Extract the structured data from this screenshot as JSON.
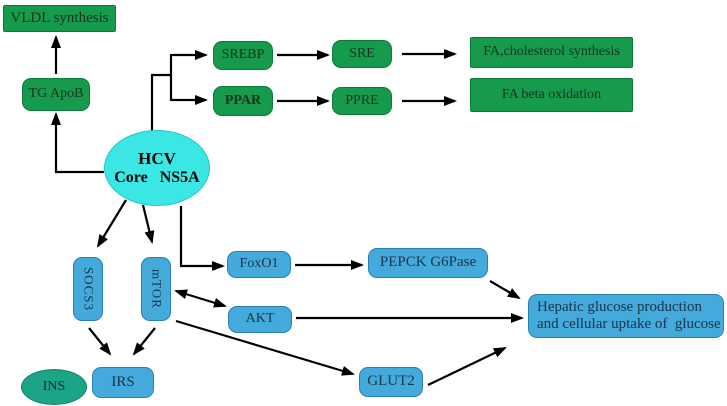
{
  "diagram": {
    "nodes": {
      "vldl": {
        "label": "VLDL synthesis"
      },
      "tg_apob": {
        "label": "TG ApoB"
      },
      "srebp": {
        "label": "SREBP"
      },
      "sre": {
        "label": "SRE"
      },
      "ppar": {
        "label": "PPAR"
      },
      "ppre": {
        "label": "PPRE"
      },
      "fa_chol": {
        "label": "FA,cholesterol synthesis"
      },
      "fa_beta": {
        "label": "FA beta oxidation"
      },
      "hcv": {
        "line1": "HCV",
        "line2": "Core   NS5A"
      },
      "socs3": {
        "label": "SOCS3"
      },
      "mtor": {
        "label": "mTOR"
      },
      "foxo1": {
        "label": "FoxO1"
      },
      "pepck": {
        "label": "PEPCK G6Pase"
      },
      "akt": {
        "label": "AKT"
      },
      "glut2": {
        "label": "GLUT2"
      },
      "hepatic": {
        "line1": "Hepatic glucose production",
        "line2": "and cellular uptake of  glucose"
      },
      "ins": {
        "label": "INS"
      },
      "irs": {
        "label": "IRS"
      }
    },
    "edges": [
      {
        "from": "TG ApoB",
        "to": "VLDL synthesis",
        "type": "arrow"
      },
      {
        "from": "HCV Core NS5A",
        "to": "TG ApoB",
        "type": "arrow"
      },
      {
        "from": "HCV Core NS5A",
        "to": "SREBP",
        "type": "arrow"
      },
      {
        "from": "HCV Core NS5A",
        "to": "PPAR",
        "type": "arrow"
      },
      {
        "from": "SREBP",
        "to": "SRE",
        "type": "arrow"
      },
      {
        "from": "SRE",
        "to": "FA,cholesterol synthesis",
        "type": "arrow"
      },
      {
        "from": "PPAR",
        "to": "PPRE",
        "type": "arrow"
      },
      {
        "from": "PPRE",
        "to": "FA beta oxidation",
        "type": "arrow"
      },
      {
        "from": "HCV Core NS5A",
        "to": "SOCS3",
        "type": "arrow"
      },
      {
        "from": "HCV Core NS5A",
        "to": "mTOR",
        "type": "arrow"
      },
      {
        "from": "HCV Core NS5A",
        "to": "FoxO1",
        "type": "arrow"
      },
      {
        "from": "FoxO1",
        "to": "PEPCK G6Pase",
        "type": "arrow"
      },
      {
        "from": "PEPCK G6Pase",
        "to": "Hepatic glucose production and cellular uptake of glucose",
        "type": "arrow"
      },
      {
        "from": "mTOR",
        "to": "AKT",
        "type": "double-arrow"
      },
      {
        "from": "AKT",
        "to": "Hepatic glucose production and cellular uptake of glucose",
        "type": "arrow"
      },
      {
        "from": "mTOR",
        "to": "GLUT2",
        "type": "arrow"
      },
      {
        "from": "GLUT2",
        "to": "Hepatic glucose production and cellular uptake of glucose",
        "type": "arrow"
      },
      {
        "from": "SOCS3",
        "to": "IRS",
        "type": "arrow"
      },
      {
        "from": "mTOR",
        "to": "IRS",
        "type": "arrow"
      }
    ],
    "colors": {
      "green_fill": "#169A4C",
      "green_border": "#0B7A3A",
      "blue_fill": "#44A9DB",
      "blue_border": "#2B7FB3",
      "cyan_fill": "#3AE7E5",
      "cyan_border": "#27C4C4",
      "teal_fill": "#1CA487",
      "teal_border": "#12816C",
      "arrow": "#000000"
    }
  }
}
